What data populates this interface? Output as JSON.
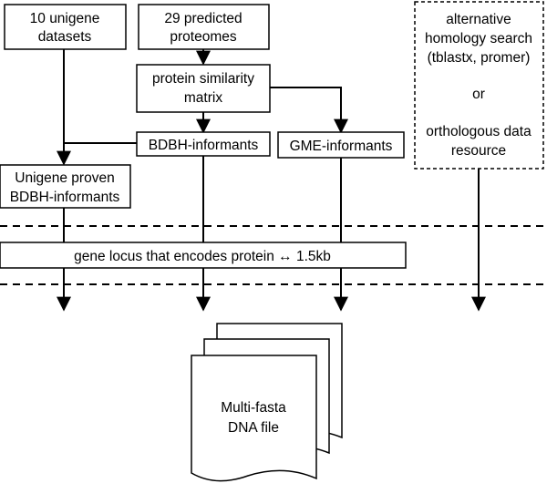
{
  "diagram": {
    "boxes": {
      "unigene_datasets": [
        "10 unigene",
        "datasets"
      ],
      "predicted_proteomes": [
        "29 predicted",
        "proteomes"
      ],
      "alternative": [
        "alternative",
        "homology search",
        "(tblastx, promer)",
        "or",
        "orthologous data",
        "resource"
      ],
      "similarity_matrix": [
        "protein similarity",
        "matrix"
      ],
      "bdbh_informants": [
        "BDBH-informants"
      ],
      "gme_informants": [
        "GME-informants"
      ],
      "unigene_proven": [
        "Unigene proven",
        "BDBH-informants"
      ],
      "gene_locus": [
        "gene locus that encodes protein ↔ 1.5kb"
      ]
    },
    "output_file": [
      "Multi-fasta",
      "DNA file"
    ]
  }
}
